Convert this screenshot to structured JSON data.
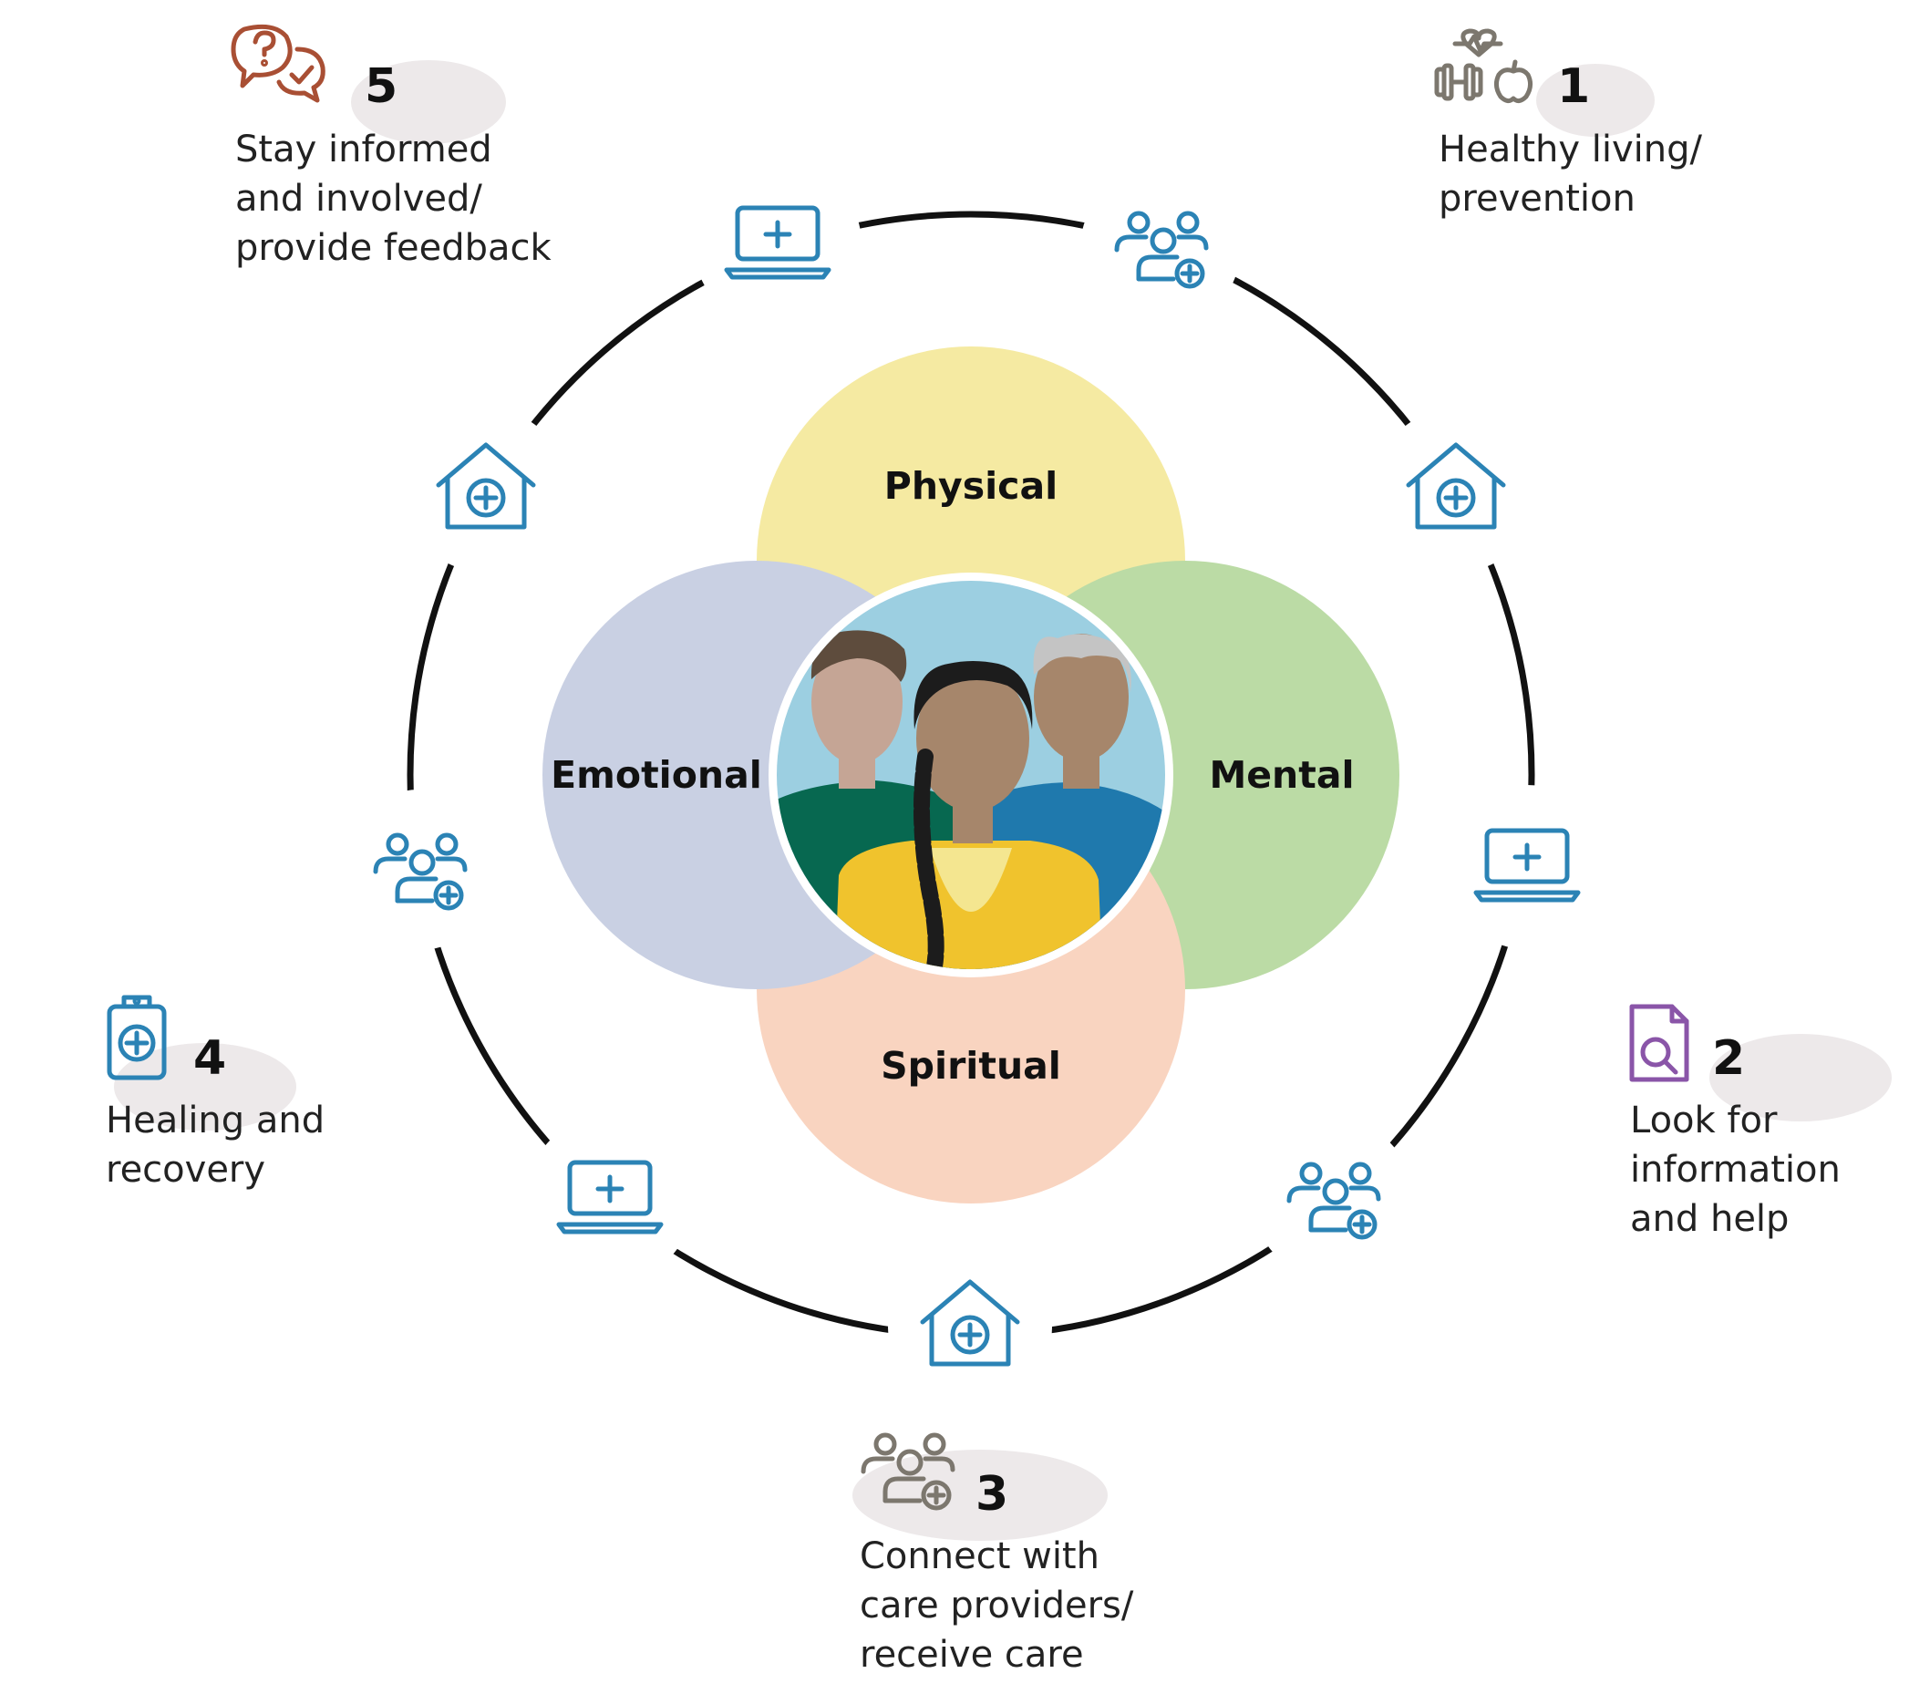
{
  "center_circles": [
    {
      "id": "physical",
      "label": "Physical",
      "color": "#f5eaa2"
    },
    {
      "id": "mental",
      "label": "Mental",
      "color": "#bbdba5"
    },
    {
      "id": "spiritual",
      "label": "Spiritual",
      "color": "#f9d4c0"
    },
    {
      "id": "emotional",
      "label": "Emotional",
      "color": "#c9d0e3"
    }
  ],
  "steps": [
    {
      "number": "1",
      "lines": [
        "Healthy living/",
        "prevention"
      ],
      "icon": "fitness-heart-apple-icon",
      "icon_color": "#7c776e"
    },
    {
      "number": "2",
      "lines": [
        "Look for",
        "information",
        "and help"
      ],
      "icon": "document-search-icon",
      "icon_color": "#8a55a8"
    },
    {
      "number": "3",
      "lines": [
        "Connect with",
        "care providers/",
        "receive care"
      ],
      "icon": "people-plus-icon",
      "icon_color": "#7c776e"
    },
    {
      "number": "4",
      "lines": [
        "Healing and",
        "recovery"
      ],
      "icon": "clipboard-plus-icon",
      "icon_color": "#2b83b5"
    },
    {
      "number": "5",
      "lines": [
        "Stay informed",
        "and involved/",
        "provide feedback"
      ],
      "icon": "chat-question-check-icon",
      "icon_color": "#a94f34"
    }
  ],
  "ring_icons": [
    "laptop-plus-icon",
    "people-plus-icon",
    "home-plus-icon",
    "laptop-plus-icon",
    "people-plus-icon",
    "home-plus-icon",
    "laptop-plus-icon",
    "people-plus-icon",
    "home-plus-icon"
  ],
  "colors": {
    "ring": "#111111",
    "care_icon": "#2b83b5",
    "blob": "#ede9ea"
  }
}
